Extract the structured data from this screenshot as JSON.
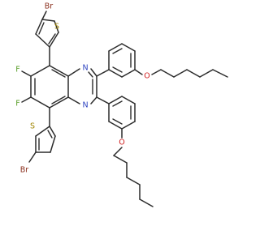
{
  "atom_labels": {
    "br_top": "Br",
    "s_top": "S",
    "n_top": "N",
    "f_top": "F",
    "f_bottom": "F",
    "n_bottom": "N",
    "s_bottom": "S",
    "br_bottom": "Br",
    "o_top": "O",
    "o_bottom": "O"
  },
  "colors": {
    "bond": "#2b2b2b",
    "bromine": "#8a2e1c",
    "sulfur": "#a08400",
    "nitrogen": "#2a3fbf",
    "fluorine": "#5a9f2a",
    "oxygen": "#d01d1d"
  }
}
